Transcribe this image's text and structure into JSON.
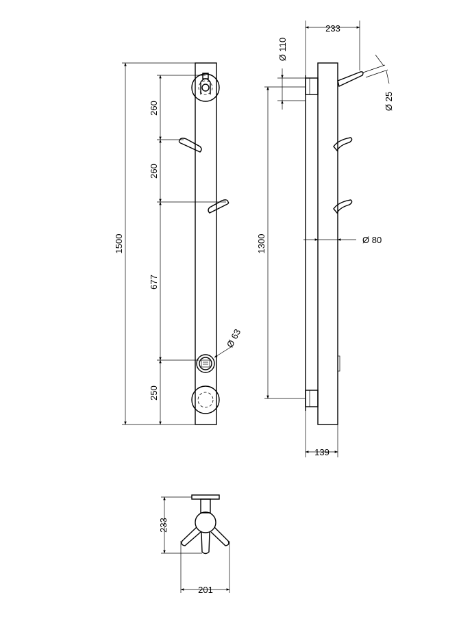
{
  "front_view": {
    "overall_height": "1500",
    "top_to_first_hook": "260",
    "hook_to_hook": "260",
    "hook_to_thermostat": "677",
    "thermostat_to_bottom": "250",
    "thermostat_diameter": "Ø 63"
  },
  "side_view": {
    "hook_projection": "233",
    "wall_flange_diameter": "Ø 110",
    "hook_diameter": "Ø 25",
    "tube_diameter": "Ø 80",
    "bracket_spacing": "1300",
    "wall_depth": "139"
  },
  "top_view": {
    "depth": "233",
    "width": "201"
  }
}
